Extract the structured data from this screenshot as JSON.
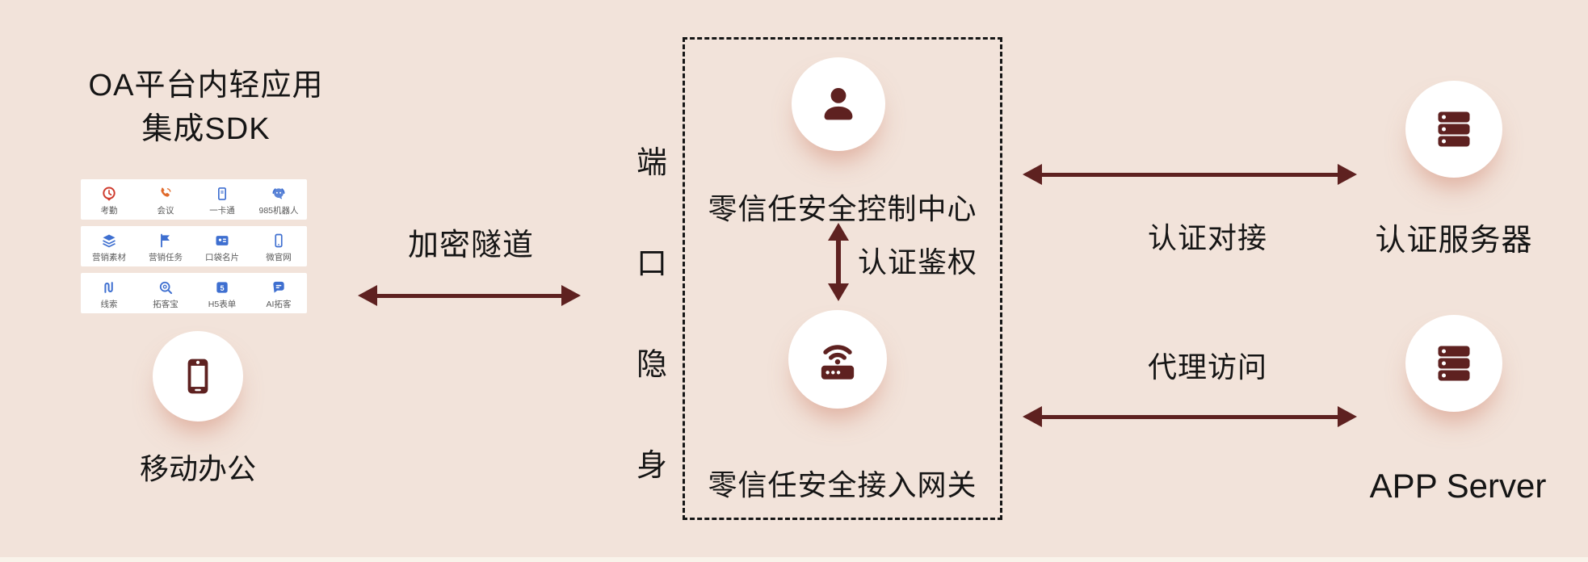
{
  "palette": {
    "background": "#f2e3da",
    "accent_maroon": "#5e2120",
    "text": "#151515",
    "circle_fill": "#ffffff",
    "app_blue": "#3e6fd0",
    "app_red": "#cf3b2d",
    "app_orange": "#e06a2b"
  },
  "left": {
    "title_line1": "OA平台内轻应用",
    "title_line2": "集成SDK",
    "device_label": "移动办公",
    "device_icon": "smartphone-icon",
    "apps": {
      "items": [
        {
          "label": "考勤",
          "icon": "clock-icon"
        },
        {
          "label": "会议",
          "icon": "phone-call-icon"
        },
        {
          "label": "一卡通",
          "icon": "card-icon"
        },
        {
          "label": "985机器人",
          "icon": "robot-icon"
        },
        {
          "label": "营销素材",
          "icon": "layers-icon"
        },
        {
          "label": "营销任务",
          "icon": "flag-icon"
        },
        {
          "label": "口袋名片",
          "icon": "badge-icon"
        },
        {
          "label": "微官网",
          "icon": "mobile-icon"
        },
        {
          "label": "线索",
          "icon": "squiggle-icon"
        },
        {
          "label": "拓客宝",
          "icon": "magnifier-icon"
        },
        {
          "label": "H5表单",
          "icon": "h5-icon"
        },
        {
          "label": "AI拓客",
          "icon": "chat-icon"
        }
      ]
    }
  },
  "tunnel": {
    "label": "加密隧道"
  },
  "port_hiding": {
    "chars": [
      "端",
      "口",
      "隐",
      "身"
    ]
  },
  "center_box": {
    "top_icon": "person-icon",
    "top_label": "零信任安全控制中心",
    "auth_label": "认证鉴权",
    "bottom_icon": "router-wifi-icon",
    "bottom_label": "零信任安全接入网关"
  },
  "right": {
    "auth_link_label": "认证对接",
    "auth_server_label": "认证服务器",
    "auth_server_icon": "server-stack-icon",
    "proxy_link_label": "代理访问",
    "app_server_label": "APP Server",
    "app_server_icon": "server-stack-icon"
  }
}
